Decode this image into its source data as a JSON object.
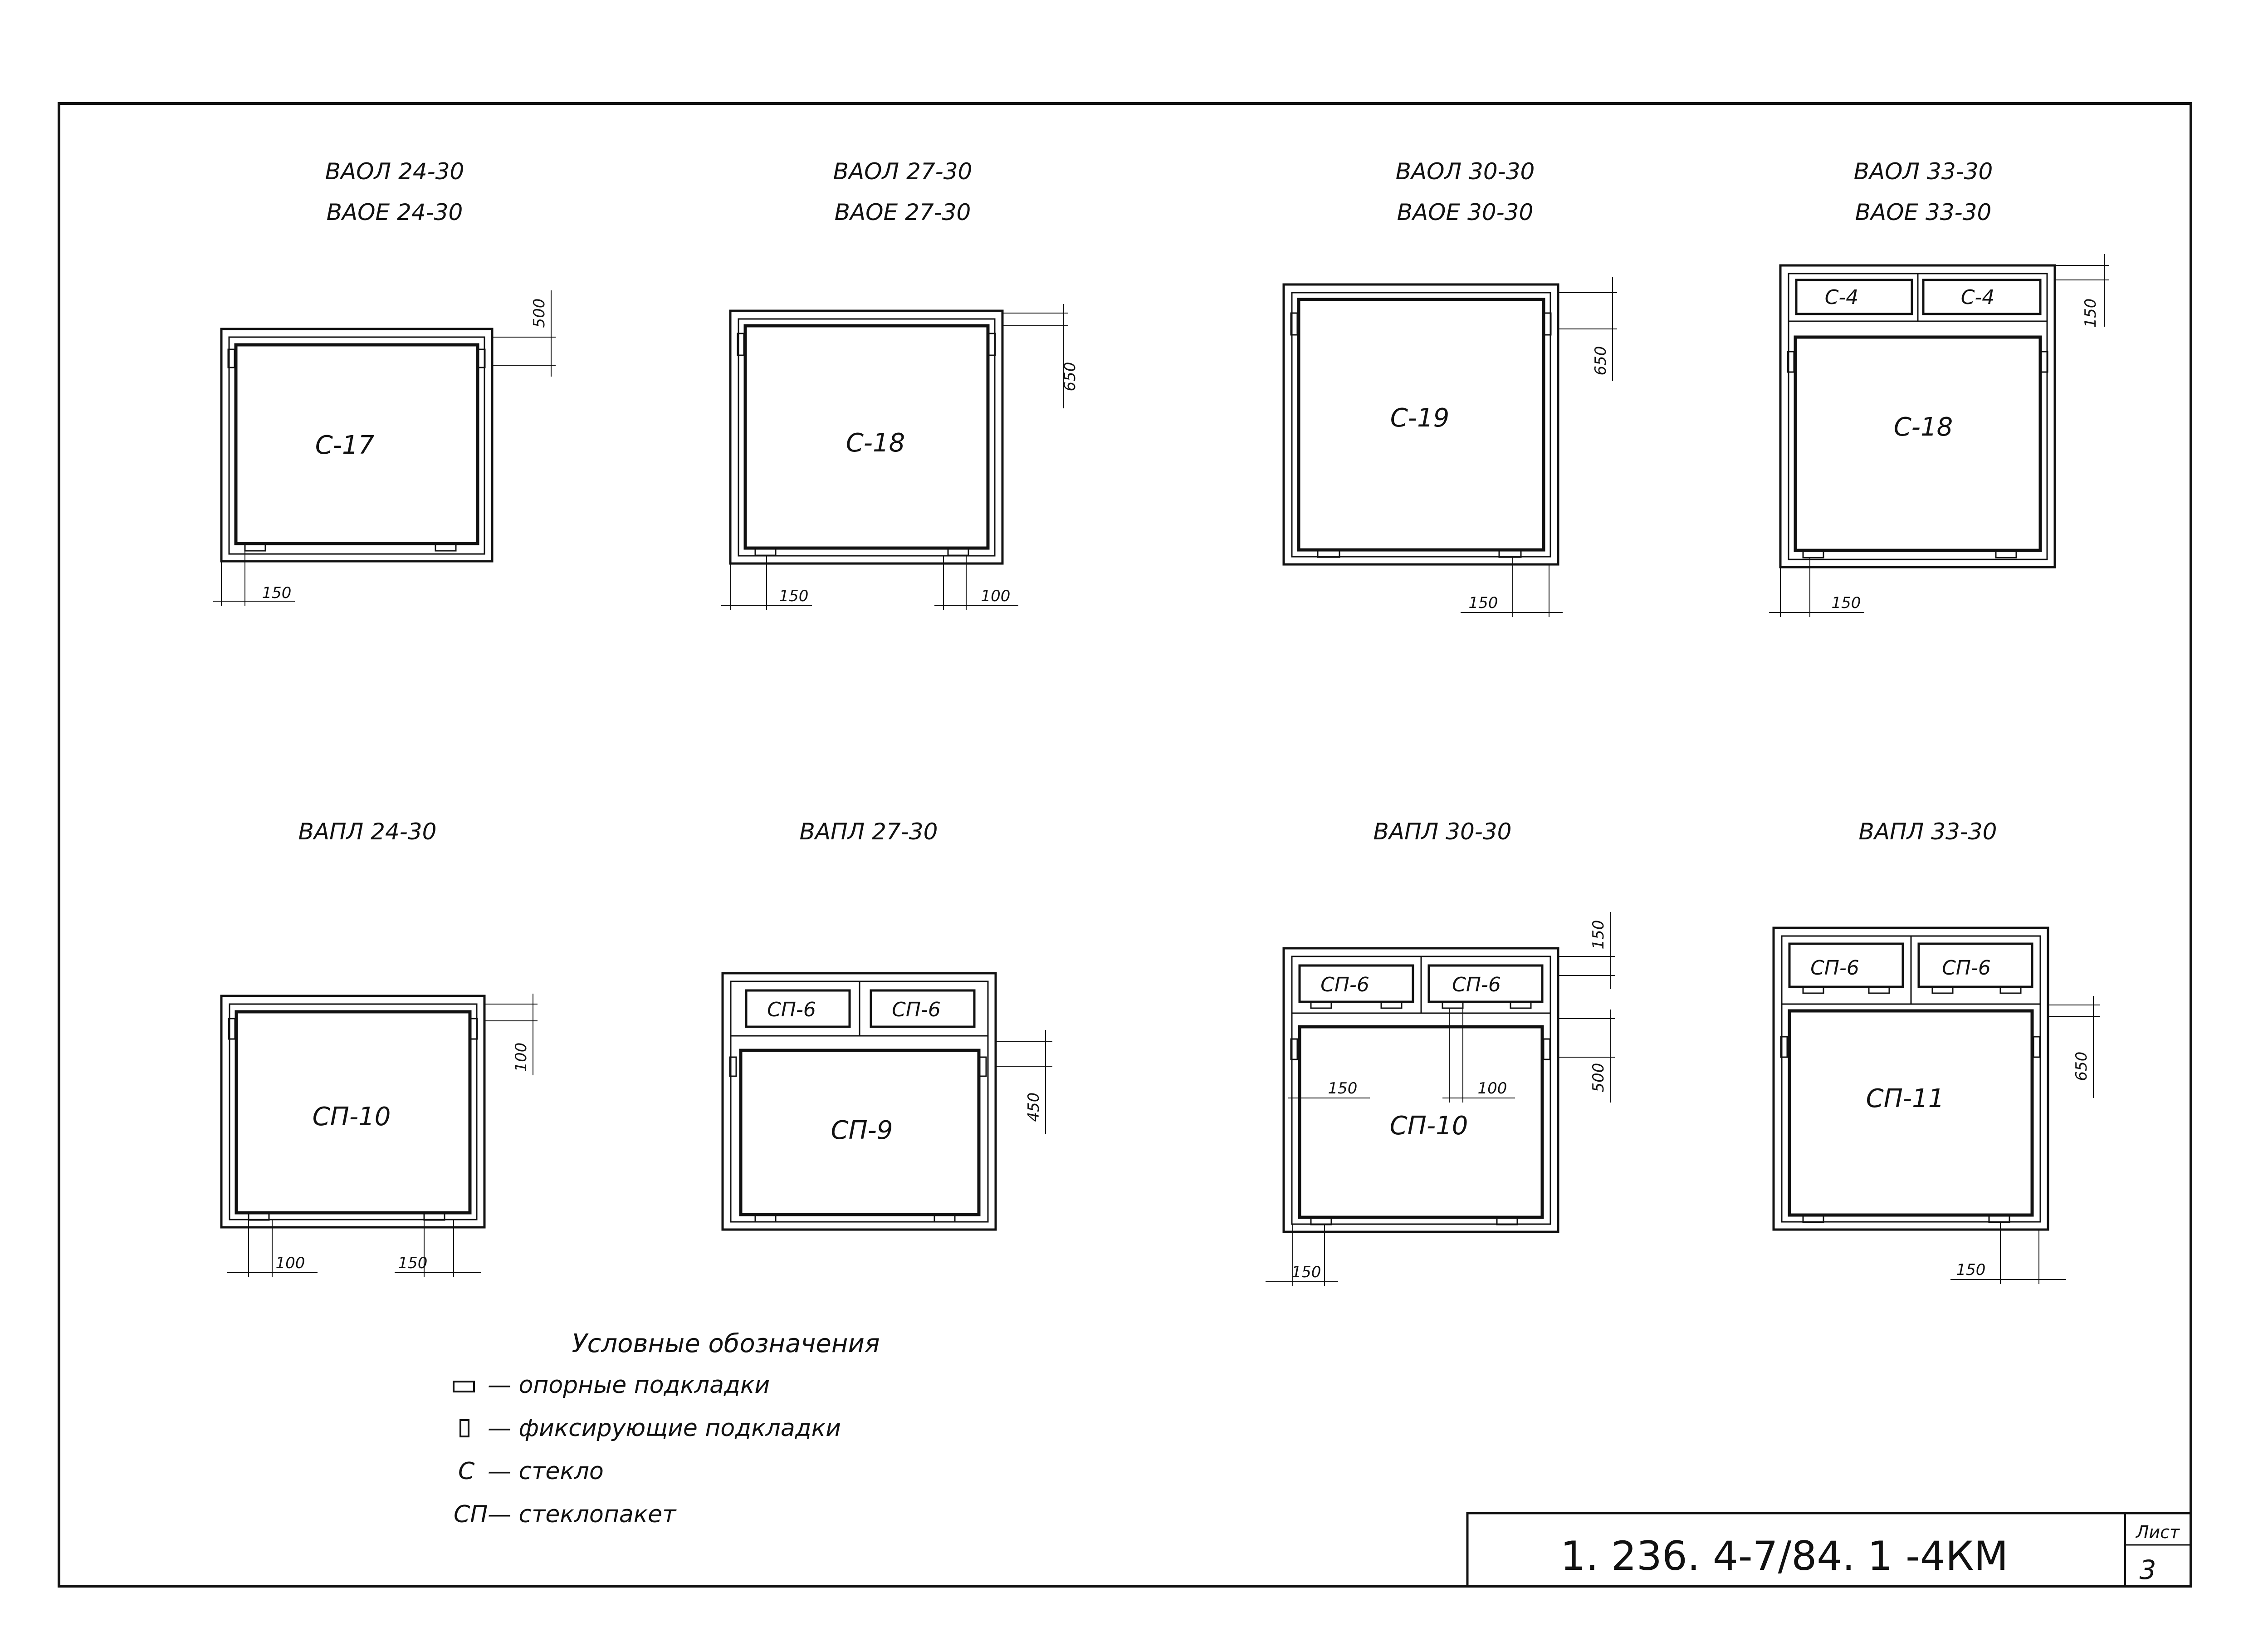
{
  "top_row": [
    {
      "titles": [
        "ВАОЛ 24-30",
        "ВАОЕ 24-30"
      ],
      "glass": "С-17",
      "dims": [
        "500",
        "150"
      ]
    },
    {
      "titles": [
        "ВАОЛ 27-30",
        "ВАОЕ 27-30"
      ],
      "glass": "С-18",
      "dims": [
        "650",
        "150",
        "100"
      ]
    },
    {
      "titles": [
        "ВАОЛ 30-30",
        "ВАОЕ 30-30"
      ],
      "glass": "С-19",
      "dims": [
        "650",
        "150"
      ]
    },
    {
      "titles": [
        "ВАОЛ 33-30",
        "ВАОЕ 33-30"
      ],
      "glass": "С-18",
      "top_glass": [
        "С-4",
        "С-4"
      ],
      "dims": [
        "150",
        "150"
      ]
    }
  ],
  "bottom_row": [
    {
      "title": "ВАПЛ 24-30",
      "glass": "СП-10",
      "dims": [
        "100",
        "100",
        "150"
      ]
    },
    {
      "title": "ВАПЛ 27-30",
      "glass": "СП-9",
      "top_glass": [
        "СП-6",
        "СП-6"
      ],
      "dims": [
        "450"
      ]
    },
    {
      "title": "ВАПЛ 30-30",
      "glass": "СП-10",
      "top_glass": [
        "СП-6",
        "СП-6"
      ],
      "dims": [
        "150",
        "500",
        "150",
        "100",
        "150"
      ]
    },
    {
      "title": "ВАПЛ 33-30",
      "glass": "СП-11",
      "top_glass": [
        "СП-6",
        "СП-6"
      ],
      "dims": [
        "650",
        "150"
      ]
    }
  ],
  "legend": {
    "title": "Условные обозначения",
    "items": [
      {
        "symbol": "support-pad",
        "text": "— опорные подкладки"
      },
      {
        "symbol": "fixing-pad",
        "text": "— фиксирующие подкладки"
      },
      {
        "symbol": "С",
        "text": "— стекло"
      },
      {
        "symbol": "СП",
        "text": "— стеклопакет"
      }
    ]
  },
  "stamp": {
    "doc_code": "1. 236. 4-7/84. 1 -4КМ",
    "sheet_label": "Лист",
    "sheet_number": "3"
  },
  "colors": {
    "ink": "#111111",
    "paper": "#ffffff"
  }
}
